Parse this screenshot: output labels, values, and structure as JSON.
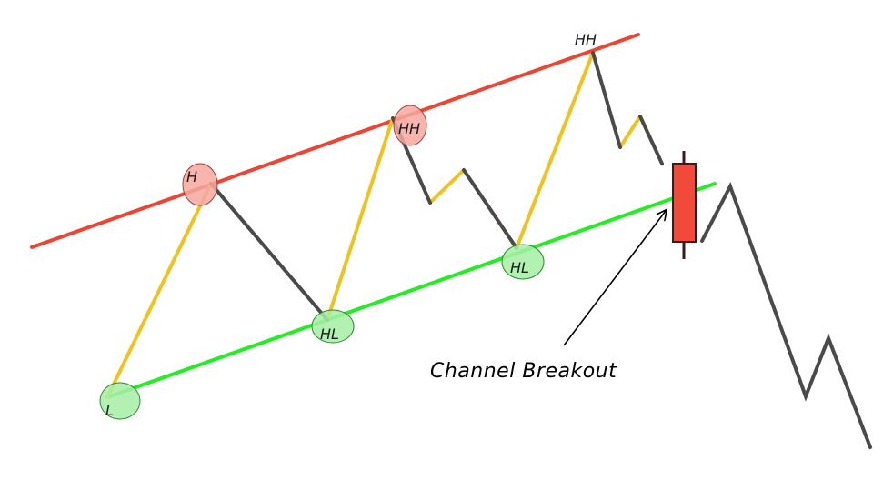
{
  "colors": {
    "resistance": "#ee4433",
    "support": "#22ee22",
    "impulse": "#f2c21b",
    "correction": "#4a4a4a",
    "high_fill": "#f6a8a0",
    "low_fill": "#a6eea6",
    "candle_body": "#f24a3a",
    "candle_border": "#3a1a1a",
    "arrow": "#000000"
  },
  "labels": {
    "l": "L",
    "h": "H",
    "hl_1": "HL",
    "hh_1": "HH",
    "hl_2": "HL",
    "hh_2": "HH"
  },
  "annotation": {
    "text": "Channel Breakout"
  },
  "icons": {
    "breakout_arrow": "arrow-icon",
    "breakout_candle": "candlestick-icon"
  }
}
